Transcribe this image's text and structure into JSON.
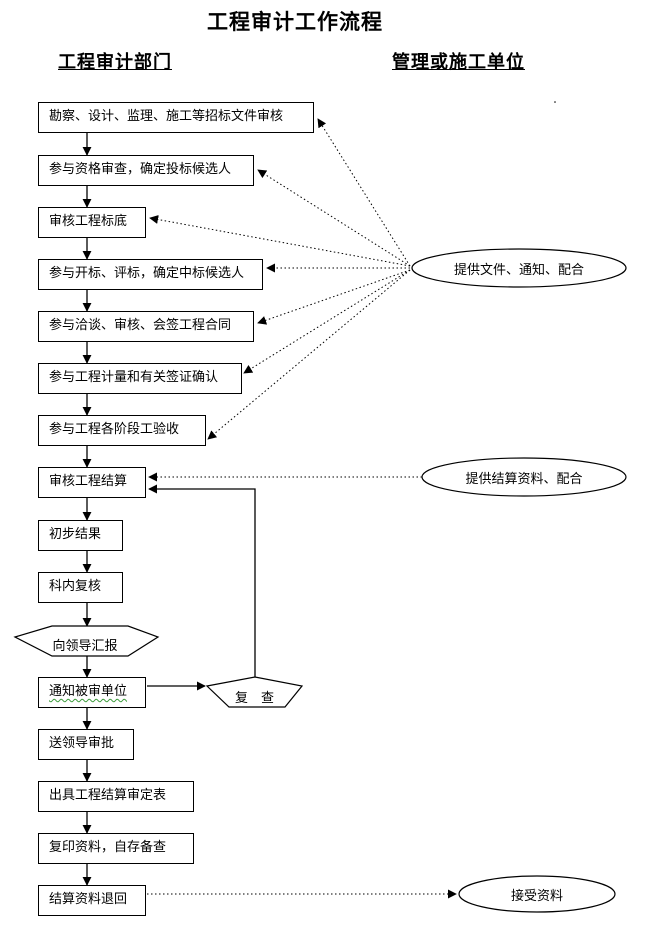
{
  "title": "工程审计工作流程",
  "columns": {
    "left": "工程审计部门",
    "right": "管理或施工单位"
  },
  "steps": [
    {
      "id": "s1",
      "label": "勘察、设计、监理、施工等招标文件审核"
    },
    {
      "id": "s2",
      "label": "参与资格审查，确定投标候选人"
    },
    {
      "id": "s3",
      "label": "审核工程标底"
    },
    {
      "id": "s4",
      "label": "参与开标、评标，确定中标候选人"
    },
    {
      "id": "s5",
      "label": "参与洽谈、审核、会签工程合同"
    },
    {
      "id": "s6",
      "label": "参与工程计量和有关签证确认"
    },
    {
      "id": "s7",
      "label": "参与工程各阶段工验收"
    },
    {
      "id": "s8",
      "label": "审核工程结算"
    },
    {
      "id": "s9",
      "label": "初步结果"
    },
    {
      "id": "s10",
      "label": "科内复核"
    },
    {
      "id": "s11",
      "label": "向领导汇报"
    },
    {
      "id": "s12",
      "label": "通知被审单位"
    },
    {
      "id": "s13",
      "label": "送领导审批"
    },
    {
      "id": "s14",
      "label": "出具工程结算审定表"
    },
    {
      "id": "s15",
      "label": "复印资料，自存备查"
    },
    {
      "id": "s16",
      "label": "结算资料退回"
    }
  ],
  "external": {
    "provide_docs": "提供文件、通知、配合",
    "provide_settlement": "提供结算资料、配合",
    "receive_docs": "接受资料",
    "recheck": "复　查"
  }
}
